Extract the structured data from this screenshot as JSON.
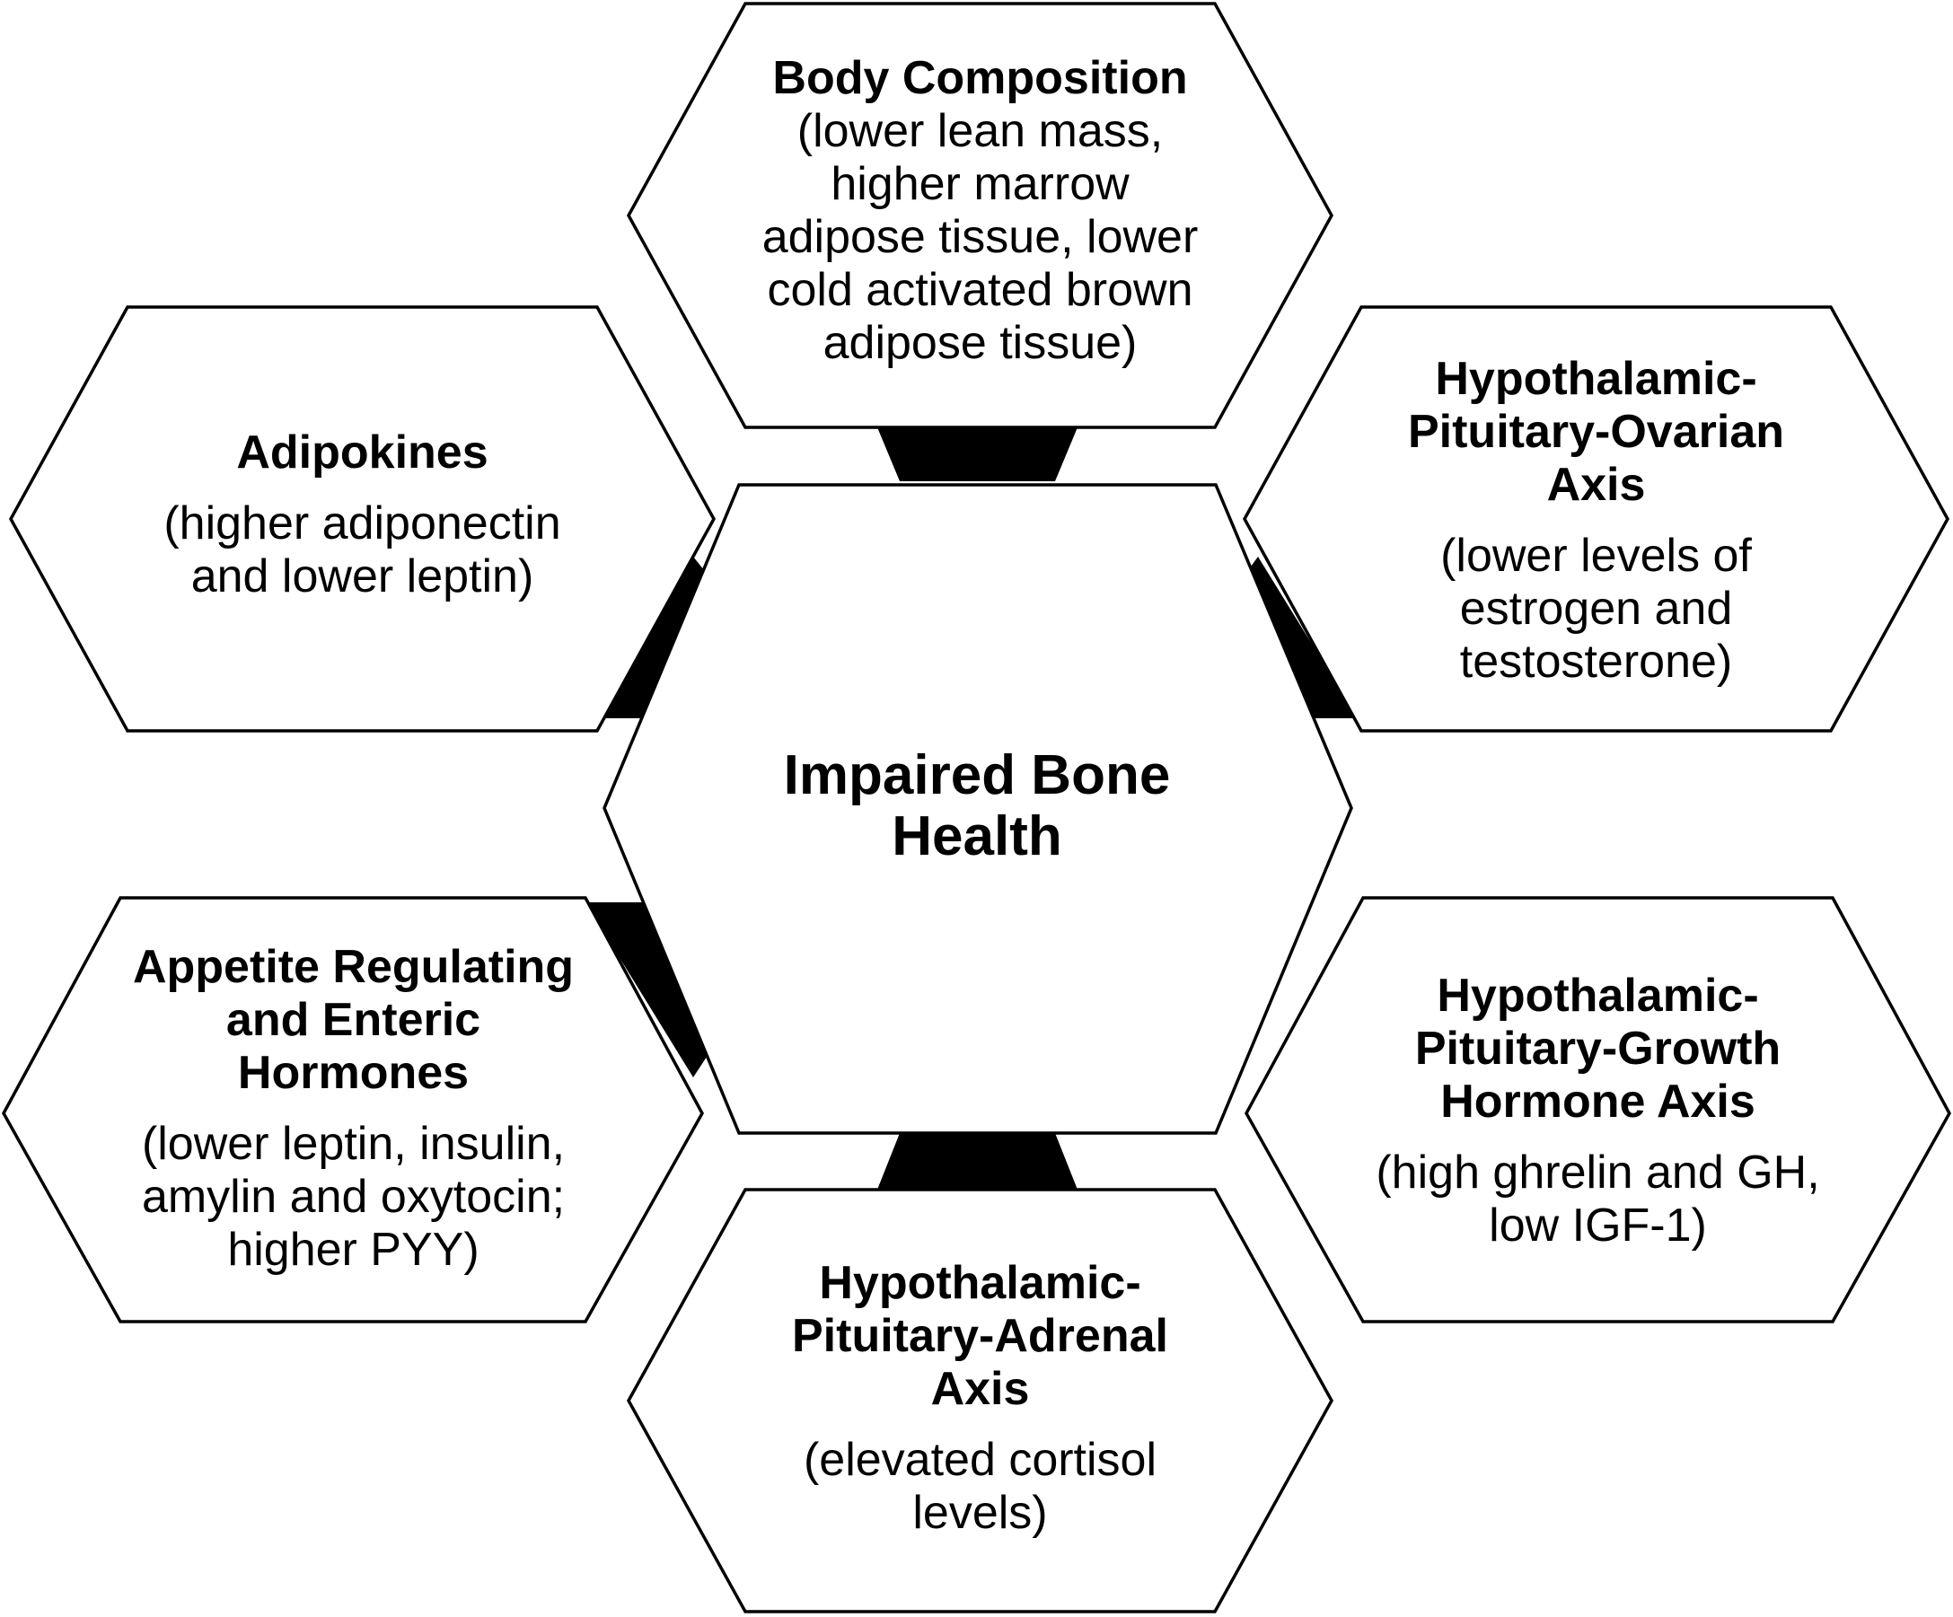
{
  "center": {
    "title": "Impaired Bone\nHealth"
  },
  "factors": {
    "body_composition": {
      "title": "Body Composition",
      "desc": "(lower lean mass,\nhigher marrow\nadipose tissue, lower\ncold activated brown\nadipose tissue)"
    },
    "adipokines": {
      "title": "Adipokines",
      "desc": "(higher adiponectin\nand lower leptin)"
    },
    "hpo_axis": {
      "title": "Hypothalamic-\nPituitary-Ovarian\nAxis",
      "desc": "(lower levels of\nestrogen and\ntestosterone)"
    },
    "appetite": {
      "title": "Appetite Regulating\nand Enteric\nHormones",
      "desc": "(lower leptin, insulin,\namylin and oxytocin;\nhigher PYY)"
    },
    "hpgh_axis": {
      "title": "Hypothalamic-\nPituitary-Growth\nHormone Axis",
      "desc": "(high ghrelin and GH,\nlow IGF-1)"
    },
    "hpa_axis": {
      "title": "Hypothalamic-\nPituitary-Adrenal\nAxis",
      "desc": "(elevated cortisol\nlevels)"
    }
  }
}
